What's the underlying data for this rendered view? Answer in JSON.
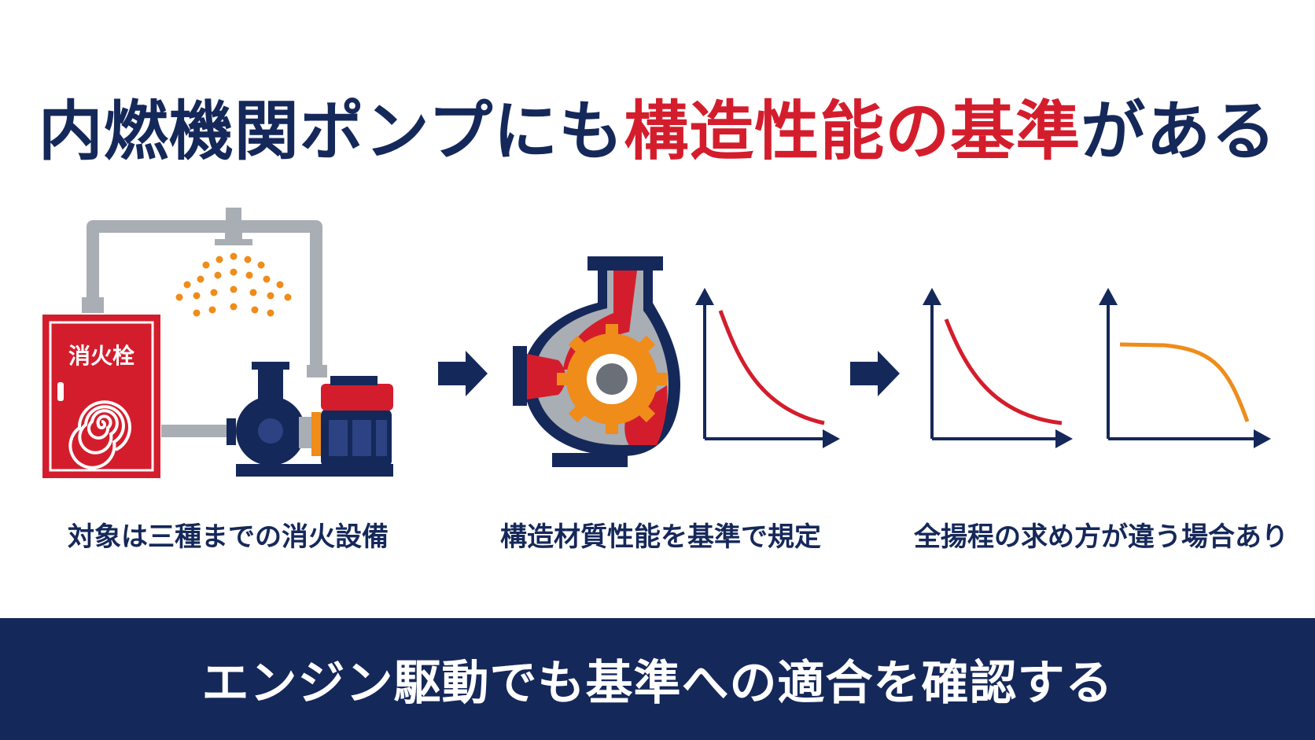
{
  "title": {
    "part1": "内燃機関ポンプにも",
    "part2": "構造性能の基準",
    "part3": "がある"
  },
  "cabinet_label": "消火栓",
  "captions": {
    "target": "対象は三種までの消火設備",
    "standard": "構造材質性能を基準で規定",
    "head": "全揚程の求め方が違う場合あり"
  },
  "banner": "エンジン駆動でも基準への適合を確認する",
  "colors": {
    "navy": "#15285a",
    "red": "#d41d2c",
    "orange": "#ef8c1a",
    "gray": "#a9adb4"
  }
}
